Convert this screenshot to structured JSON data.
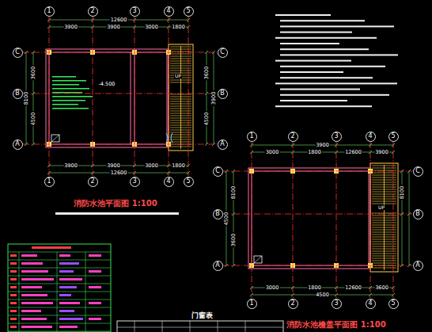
{
  "diagram": {
    "nodes": [
      {
        "text": [
          "1"
        ]
      },
      {
        "text": [
          "2"
        ]
      },
      {
        "text": [
          "3"
        ]
      },
      {
        "text": [
          "4"
        ]
      },
      {
        "text": [
          "5"
        ]
      },
      {
        "text": [
          "1"
        ]
      },
      {
        "text": [
          "2"
        ]
      },
      {
        "text": [
          "3"
        ]
      },
      {
        "text": [
          "4"
        ]
      },
      {
        "text": [
          "5"
        ]
      },
      {
        "text": [
          "C"
        ]
      },
      {
        "text": [
          "B"
        ]
      },
      {
        "text": [
          "A"
        ]
      },
      {
        "text": [
          "C"
        ]
      },
      {
        "text": [
          "B"
        ]
      },
      {
        "text": [
          "A"
        ]
      },
      {
        "text": [
          "1"
        ]
      },
      {
        "text": [
          "2"
        ]
      },
      {
        "text": [
          "3"
        ]
      },
      {
        "text": [
          "4"
        ]
      },
      {
        "text": [
          "5"
        ]
      },
      {
        "text": [
          "1"
        ]
      },
      {
        "text": [
          "2"
        ]
      },
      {
        "text": [
          "3"
        ]
      },
      {
        "text": [
          "4"
        ]
      },
      {
        "text": [
          "5"
        ]
      },
      {
        "text": [
          "C"
        ]
      },
      {
        "text": [
          "B"
        ]
      },
      {
        "text": [
          "A"
        ]
      },
      {
        "text": [
          "C"
        ]
      },
      {
        "text": [
          "B"
        ]
      },
      {
        "text": [
          "A"
        ]
      }
    ],
    "edges": [
      {
        "from": 0,
        "to": 5,
        "arrow": "none"
      },
      {
        "from": 1,
        "to": 6,
        "arrow": "none"
      },
      {
        "from": 2,
        "to": 7,
        "arrow": "none"
      },
      {
        "from": 3,
        "to": 8,
        "arrow": "none"
      },
      {
        "from": 4,
        "to": 9,
        "arrow": "none"
      },
      {
        "from": 10,
        "to": 13,
        "arrow": "none"
      },
      {
        "from": 11,
        "to": 14,
        "arrow": "none"
      },
      {
        "from": 12,
        "to": 15,
        "arrow": "none"
      },
      {
        "from": 16,
        "to": 21,
        "arrow": "none"
      },
      {
        "from": 17,
        "to": 22,
        "arrow": "none"
      },
      {
        "from": 18,
        "to": 23,
        "arrow": "none"
      },
      {
        "from": 19,
        "to": 24,
        "arrow": "none"
      },
      {
        "from": 20,
        "to": 25,
        "arrow": "none"
      },
      {
        "from": 26,
        "to": 29,
        "arrow": "none"
      },
      {
        "from": 27,
        "to": 30,
        "arrow": "none"
      },
      {
        "from": 28,
        "to": 31,
        "arrow": "none"
      }
    ],
    "labels": [
      "消防水池平面图 1:100",
      "消防水池檐盖平面图 1:100",
      "门窗表",
      "-4.500",
      "UP",
      "UP",
      "3900",
      "3900",
      "3000",
      "1800",
      "12600",
      "3900",
      "3900",
      "3000",
      "1800",
      "12600",
      "3600",
      "4500",
      "8100",
      "3600",
      "4500",
      "8100",
      "3900",
      "3900",
      "3000",
      "1800",
      "12600",
      "3900",
      "3900",
      "3000",
      "1800",
      "12600",
      "3600",
      "4500",
      "8100",
      "3600",
      "4500",
      "8100"
    ]
  }
}
